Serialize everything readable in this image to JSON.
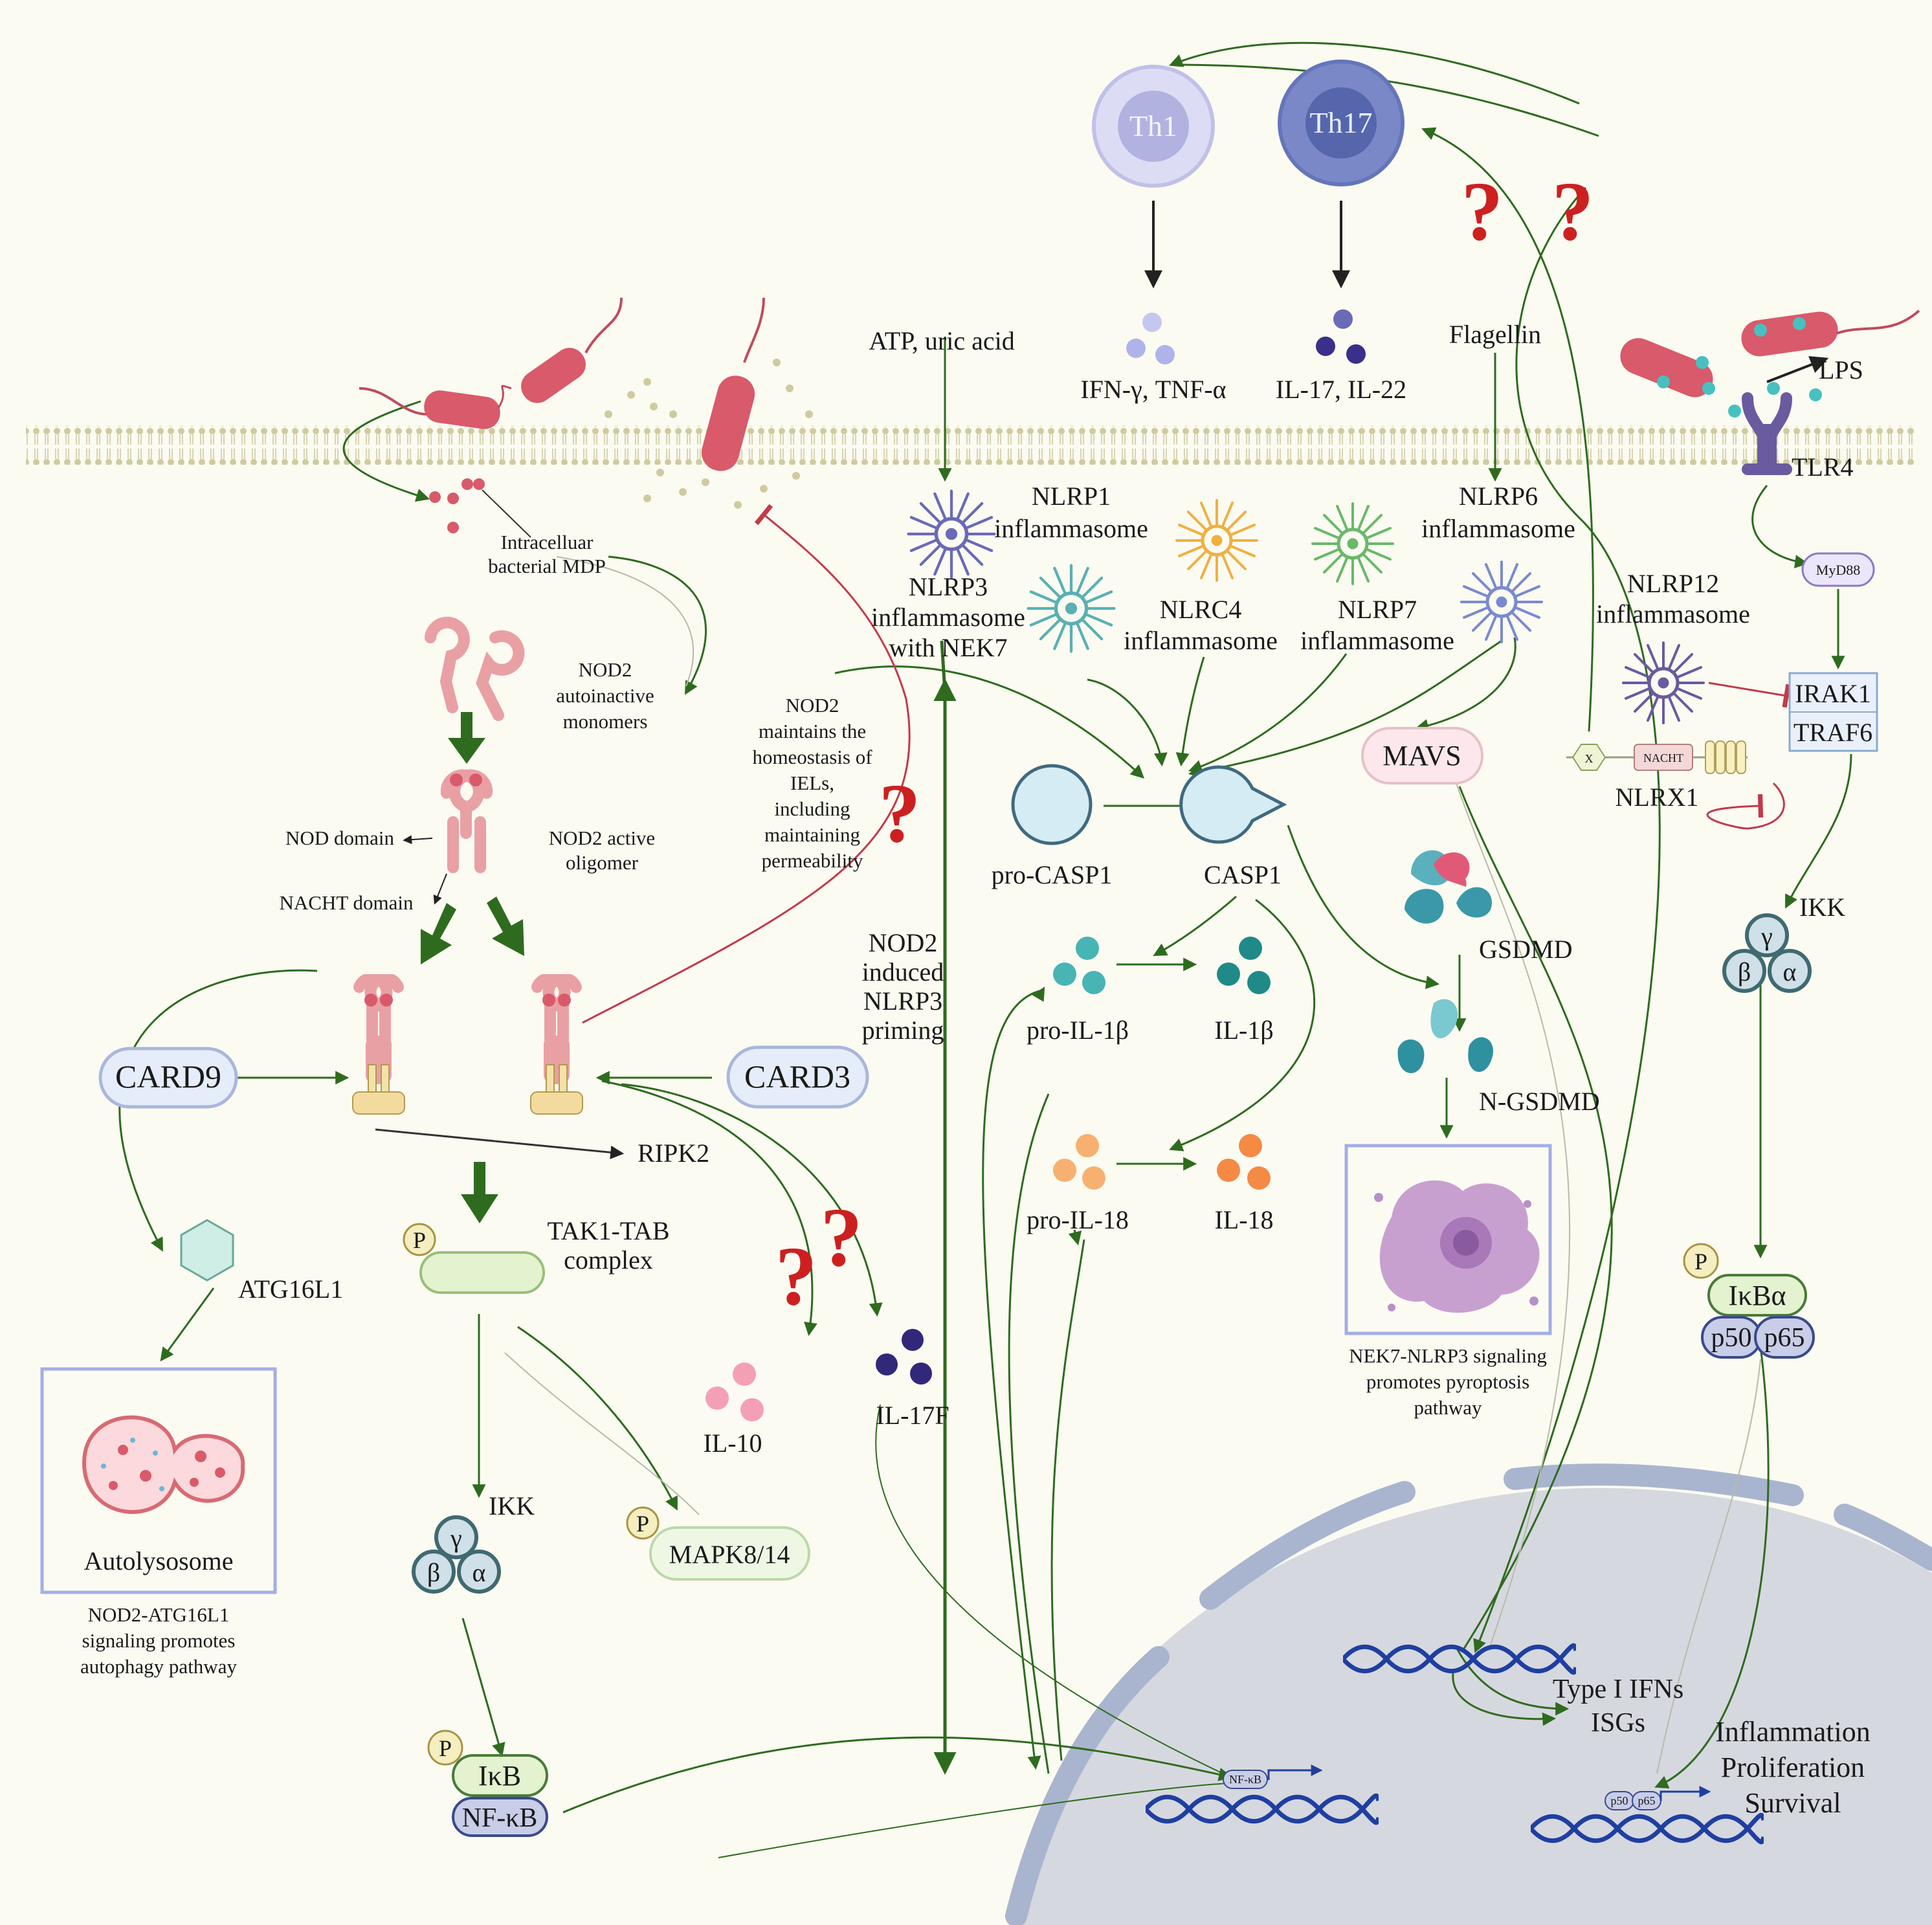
{
  "cells": {
    "th1": "Th1",
    "th17": "Th17"
  },
  "cytokines": {
    "th1_out": "IFN-γ, TNF-α",
    "th17_out": "IL-17, IL-22",
    "il10": "IL-10",
    "il17f": "IL-17F",
    "pro_il1b": "pro-IL-1β",
    "il1b": "IL-1β",
    "pro_il18": "pro-IL-18",
    "il18": "IL-18"
  },
  "stimuli": {
    "atp": "ATP, uric acid",
    "flagellin": "Flagellin",
    "lps": "LPS"
  },
  "receptors": {
    "tlr4": "TLR4",
    "myd88": "MyD88",
    "irak1": "IRAK1",
    "traf6": "TRAF6"
  },
  "nod2": {
    "mdp_line1": "Intracelluar",
    "mdp_line2": "bacterial MDP",
    "mono_1": "NOD2",
    "mono_2": "autoinactive",
    "mono_3": "monomers",
    "olig_1": "NOD2 active",
    "olig_2": "oligomer",
    "nod_domain": "NOD domain",
    "nacht_domain": "NACHT domain",
    "homeo_1": "NOD2",
    "homeo_2": "maintains the",
    "homeo_3": "homeostasis of",
    "homeo_4": "IELs,",
    "homeo_5": "including",
    "homeo_6": "maintaining",
    "homeo_7": "permeability",
    "priming_1": "NOD2",
    "priming_2": "induced",
    "priming_3": "NLRP3",
    "priming_4": "priming",
    "card9": "CARD9",
    "card3": "CARD3",
    "ripk2": "RIPK2"
  },
  "inflammasomes": {
    "nlrp1_a": "NLRP1",
    "nlrp1_b": "inflammasome",
    "nlrp3_a": "NLRP3",
    "nlrp3_b": "inflammasome",
    "nlrp3_c": "with NEK7",
    "nlrc4_a": "NLRC4",
    "nlrc4_b": "inflammasome",
    "nlrp7_a": "NLRP7",
    "nlrp7_b": "inflammasome",
    "nlrp6_a": "NLRP6",
    "nlrp6_b": "inflammasome",
    "nlrp12_a": "NLRP12",
    "nlrp12_b": "inflammasome"
  },
  "caspase": {
    "pro": "pro-CASP1",
    "active": "CASP1"
  },
  "mavs": "MAVS",
  "nlrx1": {
    "label": "NLRX1",
    "x": "X",
    "nacht": "NACHT"
  },
  "gsdmd": {
    "full": "GSDMD",
    "n": "N-GSDMD",
    "note_1": "NEK7-NLRP3 signaling",
    "note_2": "promotes pyroptosis",
    "note_3": "pathway"
  },
  "autophagy": {
    "atg16l1": "ATG16L1",
    "autolysosome": "Autolysosome",
    "note_1": "NOD2-ATG16L1",
    "note_2": "signaling promotes",
    "note_3": "autophagy pathway"
  },
  "kinases": {
    "p": "P",
    "tak1_1": "TAK1-TAB",
    "tak1_2": "complex",
    "ikk": "IKK",
    "gamma": "γ",
    "beta": "β",
    "alpha": "α",
    "mapk": "MAPK8/14",
    "ikb": "IκB",
    "nfkb": "NF-κB",
    "ikba": "IκBα",
    "p50": "p50",
    "p65": "p65"
  },
  "nucleus": {
    "ifn_1": "Type I IFNs",
    "ifn_2": "ISGs",
    "out_1": "Inflammation",
    "out_2": "Proliferation",
    "out_3": "Survival",
    "tag_nfkb": "NF-κB",
    "tag_p50": "p50",
    "tag_p65": "p65"
  },
  "question_mark": "?",
  "colors": {
    "background": "#fbfbf2",
    "arrow_green": "#2f6b1f",
    "inhibit_red": "#c23a4a",
    "bacteria": "#d95a6a",
    "nod2_pink": "#e9a0a4",
    "dna_blue": "#1f3fa0",
    "nucleus_gray": "#d6d8df"
  }
}
